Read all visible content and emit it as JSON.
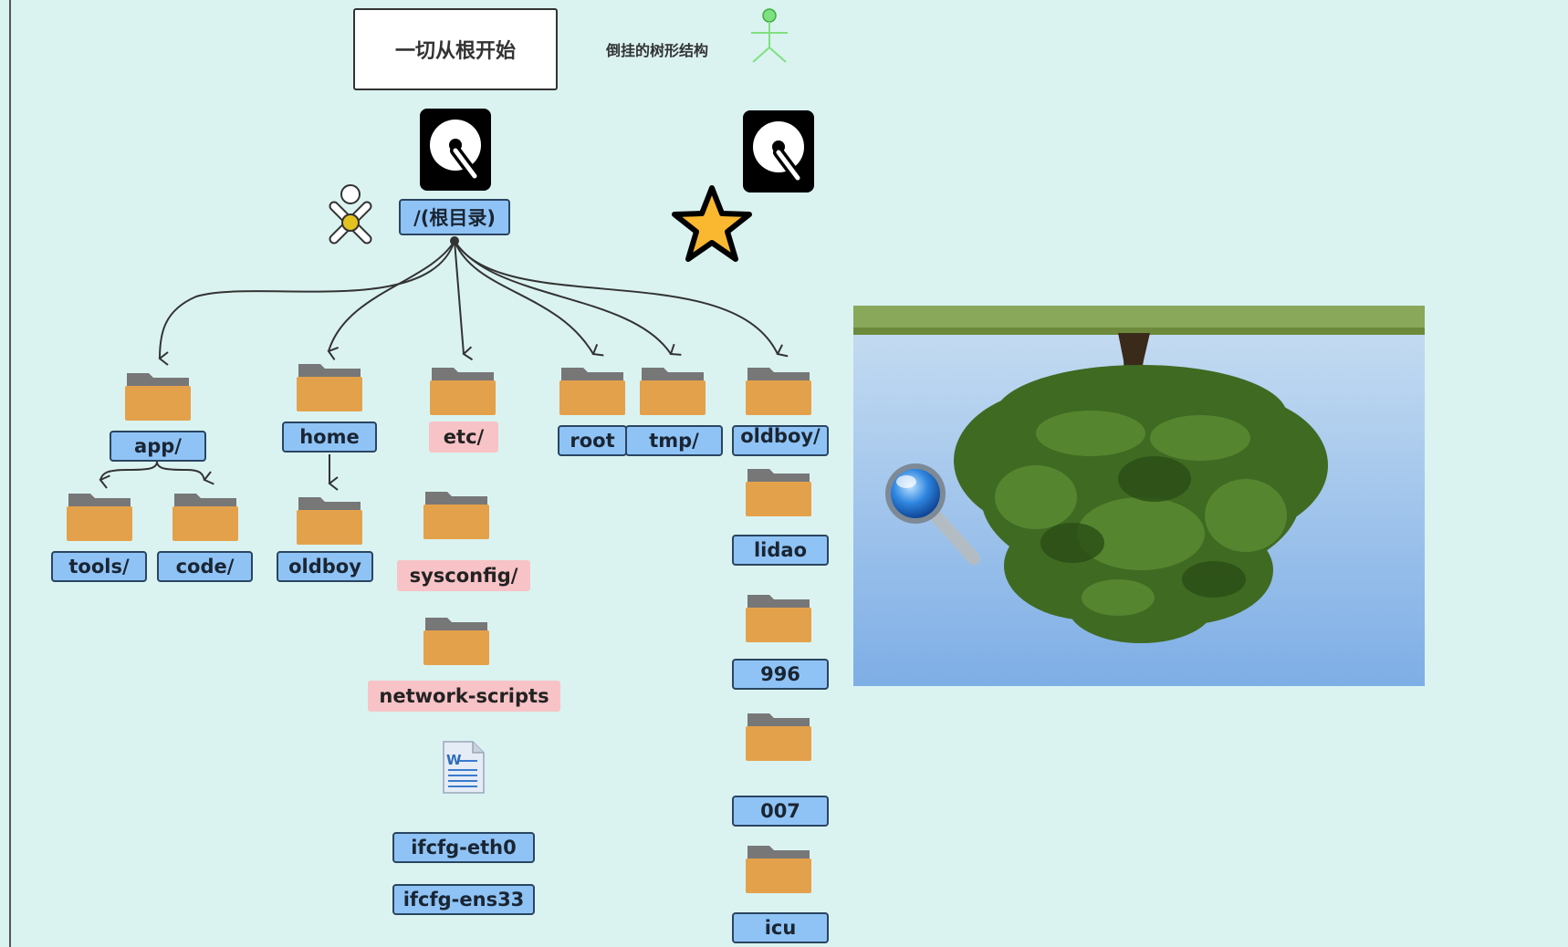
{
  "title": "一切从根开始",
  "subtitle": "倒挂的树形结构",
  "root": "/(根目录)",
  "level1": {
    "app": "app/",
    "home": "home",
    "etc": "etc/",
    "root": "root",
    "tmp": "tmp/",
    "oldboy": "oldboy/"
  },
  "app_children": {
    "tools": "tools/",
    "code": "code/"
  },
  "home_children": {
    "oldboy": "oldboy"
  },
  "etc_chain": {
    "sysconfig": "sysconfig/",
    "network_scripts": "network-scripts",
    "files": [
      "ifcfg-eth0",
      "ifcfg-ens33"
    ]
  },
  "oldboy_chain": [
    "lidao",
    "996",
    "007",
    "icu"
  ],
  "icons": {
    "hard_disk": "hard-disk-icon",
    "star": "star-icon",
    "stick_figure": "stick-figure-icon",
    "folder": "folder-icon",
    "word_doc": "word-document-icon",
    "magnifier": "magnifier-icon"
  },
  "colors": {
    "canvas": "#daf3f1",
    "node_fill": "#8fc3f5",
    "node_border": "#2a4560",
    "pink_node": "#f8c3c6",
    "folder_body": "#e4a14b",
    "folder_tab": "#7a7a7a",
    "star": "#f9b82f"
  }
}
